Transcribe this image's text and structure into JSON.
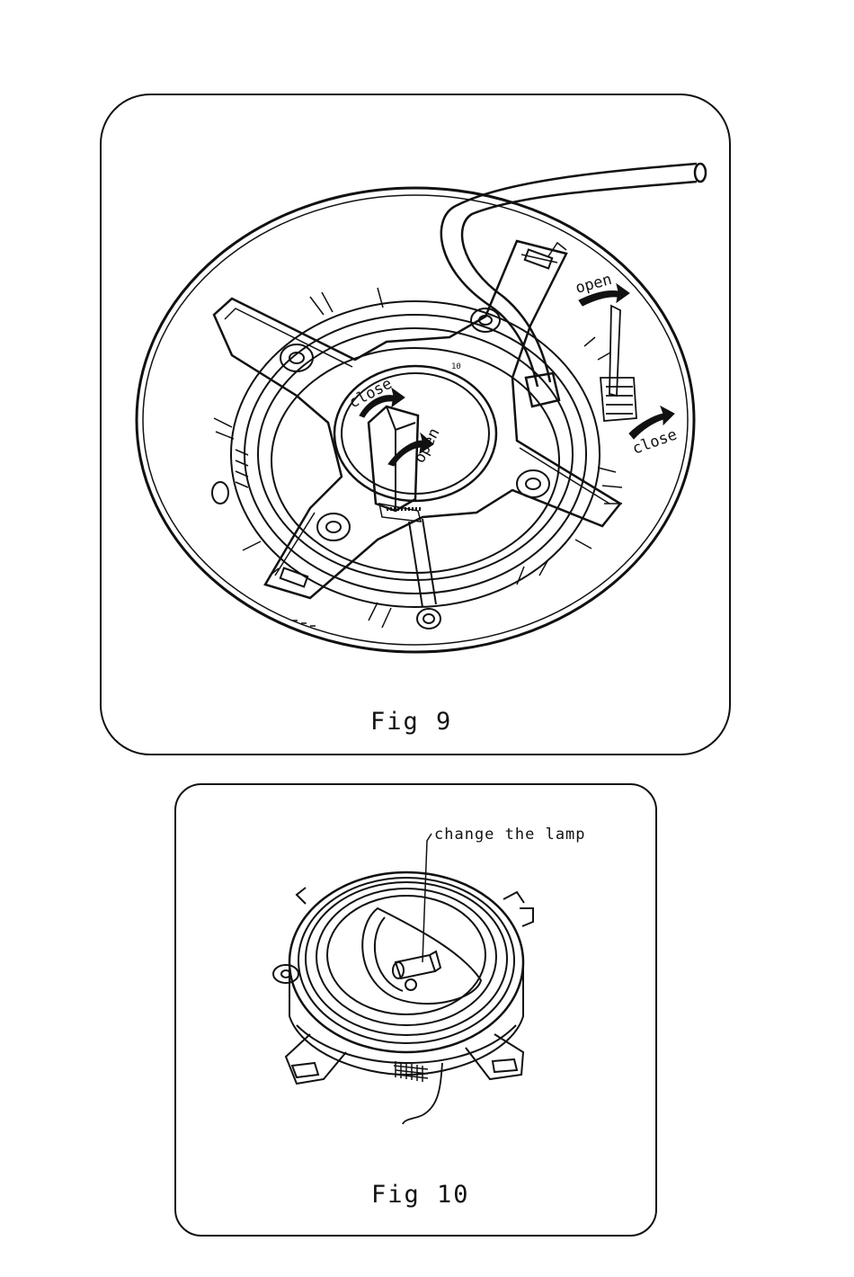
{
  "fig9": {
    "caption": "Fig 9",
    "labels": {
      "close_center": "close",
      "open_center": "open",
      "open_right": "open",
      "close_right": "close"
    }
  },
  "fig10": {
    "caption": "Fig 10",
    "callout": "change the lamp"
  },
  "colors": {
    "ink": "#111111",
    "paper": "#ffffff"
  }
}
